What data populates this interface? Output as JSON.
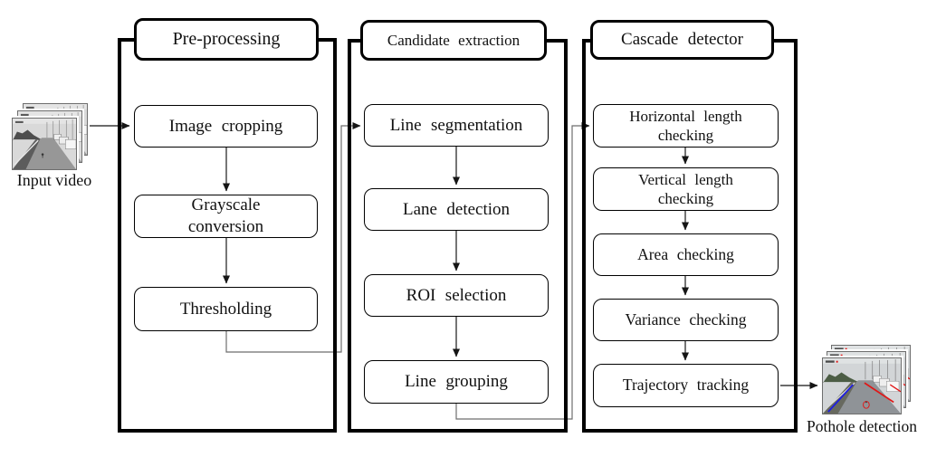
{
  "figure": {
    "input_label": "Input video",
    "output_label": "Pothole detection",
    "columns": [
      {
        "title": "Pre-processing",
        "steps": [
          {
            "label": "Image cropping"
          },
          {
            "label": "Grayscale\nconversion"
          },
          {
            "label": "Thresholding"
          }
        ]
      },
      {
        "title": "Candidate extraction",
        "steps": [
          {
            "label": "Line segmentation"
          },
          {
            "label": "Lane detection"
          },
          {
            "label": "ROI selection"
          },
          {
            "label": "Line grouping"
          }
        ]
      },
      {
        "title": "Cascade detector",
        "steps": [
          {
            "label": "Horizontal length\nchecking"
          },
          {
            "label": "Vertical length\nchecking"
          },
          {
            "label": "Area checking"
          },
          {
            "label": "Variance checking"
          },
          {
            "label": "Trajectory tracking"
          }
        ]
      }
    ],
    "colors": {
      "box_border": "#000000",
      "connector": "#6e6e6e",
      "arrow": "#2f2f2f",
      "left_lane_marker": "#1b1be4",
      "right_lane_marker": "#e01717",
      "pothole_marker": "#e01717"
    }
  }
}
